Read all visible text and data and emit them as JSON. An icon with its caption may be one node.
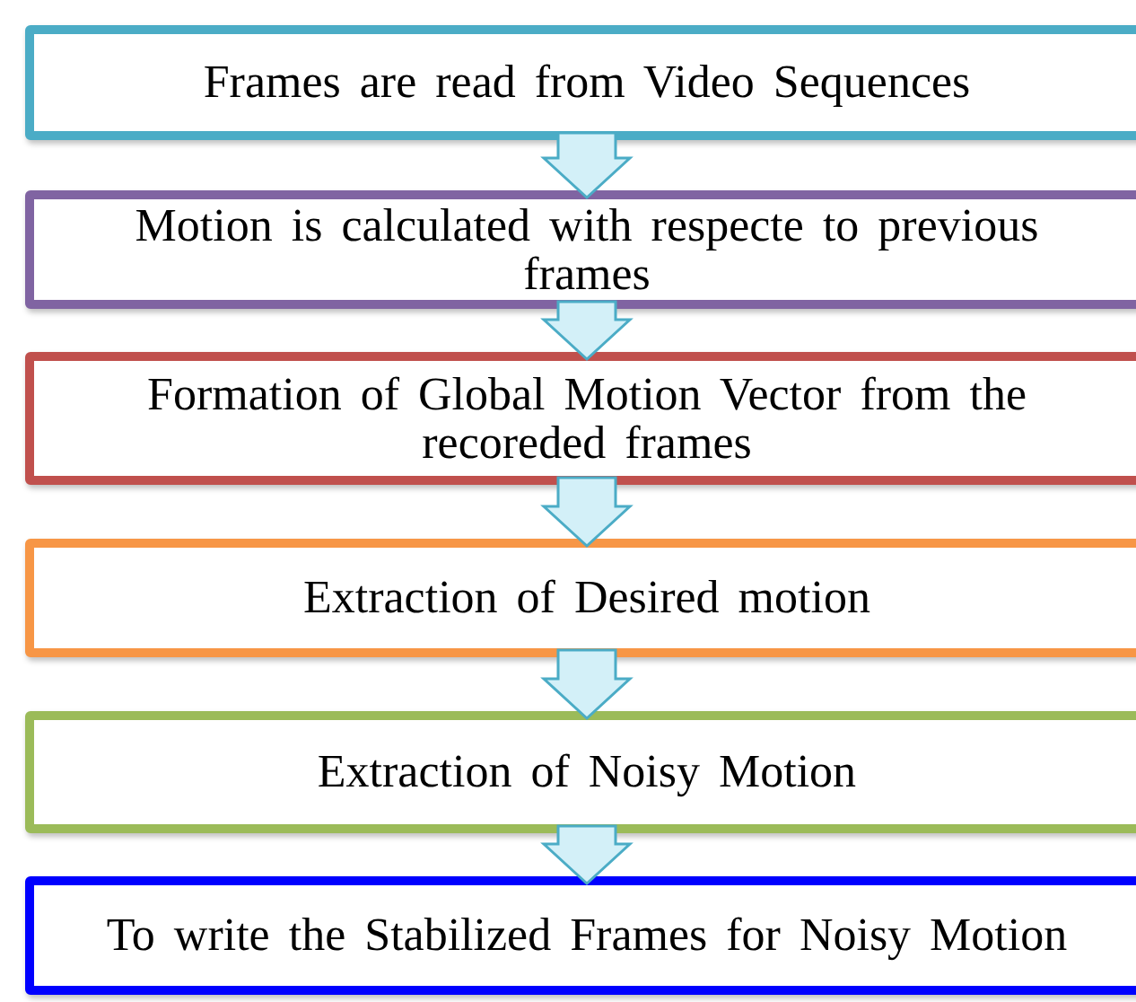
{
  "diagram": {
    "nodes": [
      {
        "text": [
          "Frames are read from Video Sequences"
        ]
      },
      {
        "text": [
          "Motion is calculated with respecte to previous frames"
        ]
      },
      {
        "text": [
          "Formation of Global Motion Vector from the recoreded frames"
        ]
      },
      {
        "text": [
          "Extraction of Desired motion"
        ]
      },
      {
        "text": [
          "Extraction of Noisy Motion"
        ]
      },
      {
        "text": [
          "To write the Stabilized Frames for Noisy Motion"
        ]
      }
    ],
    "edges": [
      {
        "from": 0,
        "to": 1,
        "arrow": "to"
      },
      {
        "from": 1,
        "to": 2,
        "arrow": "to"
      },
      {
        "from": 2,
        "to": 3,
        "arrow": "to"
      },
      {
        "from": 3,
        "to": 4,
        "arrow": "to"
      },
      {
        "from": 4,
        "to": 5,
        "arrow": "to"
      }
    ]
  }
}
